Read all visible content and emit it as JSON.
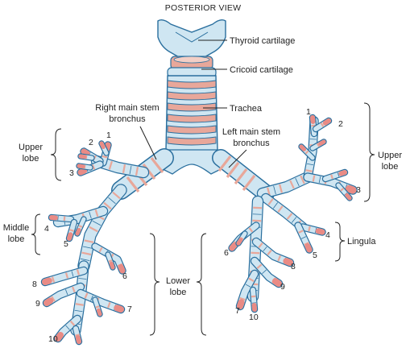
{
  "title": "POSTERIOR VIEW",
  "labels": {
    "thyroid": "Thyroid cartilage",
    "cricoid": "Cricoid cartilage",
    "trachea": "Trachea",
    "right_bronchus_1": "Right main stem",
    "right_bronchus_2": "bronchus",
    "left_bronchus_1": "Left main stem",
    "left_bronchus_2": "bronchus",
    "upper_lobe_left_1": "Upper",
    "upper_lobe_left_2": "lobe",
    "upper_lobe_right_1": "Upper",
    "upper_lobe_right_2": "lobe",
    "middle_lobe_1": "Middle",
    "middle_lobe_2": "lobe",
    "lower_lobe_1": "Lower",
    "lower_lobe_2": "lobe",
    "lingula": "Lingula"
  },
  "segments": {
    "ru1": "1",
    "ru2": "2",
    "ru3": "3",
    "rm4": "4",
    "rm5": "5",
    "rl6": "6",
    "rl7": "7",
    "rl8": "8",
    "rl9": "9",
    "rl10": "10",
    "lu1": "1",
    "lu2": "2",
    "lu3": "3",
    "ll4": "4",
    "ll5": "5",
    "ll6": "6",
    "ll7": "7",
    "ll8": "8",
    "ll9": "9",
    "ll10": "10"
  },
  "colors": {
    "airway_fill": "#cfe6f2",
    "airway_stroke": "#2a6f9e",
    "cartilage_ring": "#e8a79a",
    "terminal_tip": "#e98b85"
  }
}
